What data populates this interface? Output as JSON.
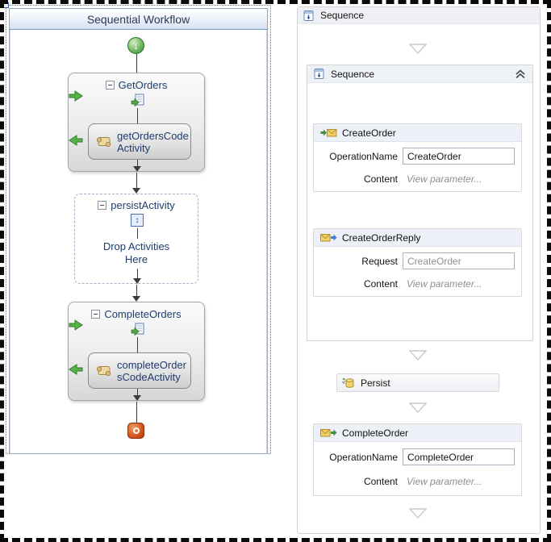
{
  "left_panel": {
    "title": "Sequential Workflow",
    "get_orders": {
      "title": "GetOrders",
      "child_title": "getOrdersCodeActivity"
    },
    "persist_activity": {
      "title": "persistActivity",
      "drop_hint": "Drop Activities Here"
    },
    "complete_orders": {
      "title": "CompleteOrders",
      "child_title": "completeOrdersCodeActivity"
    }
  },
  "right_panel": {
    "outer_sequence": {
      "title": "Sequence"
    },
    "inner_sequence": {
      "title": "Sequence"
    },
    "cards": [
      {
        "title": "CreateOrder",
        "rows": [
          {
            "label": "OperationName",
            "value": "CreateOrder"
          },
          {
            "label": "Content",
            "value": "View parameter..."
          }
        ]
      },
      {
        "title": "CreateOrderReply",
        "rows": [
          {
            "label": "Request",
            "value": "CreateOrder"
          },
          {
            "label": "Content",
            "value": "View parameter..."
          }
        ]
      },
      {
        "title": "CompleteOrder",
        "rows": [
          {
            "label": "OperationName",
            "value": "CompleteOrder"
          },
          {
            "label": "Content",
            "value": "View parameter..."
          }
        ]
      }
    ],
    "persist": {
      "title": "Persist"
    }
  },
  "icons": {
    "start_arrow": "↓",
    "persist_updown": "↕"
  },
  "colors": {
    "accent_navy": "#1e3c6e",
    "green_arrow": "#4aa53c",
    "stop_red": "#c8431a",
    "card_header": "#edf1f7"
  }
}
